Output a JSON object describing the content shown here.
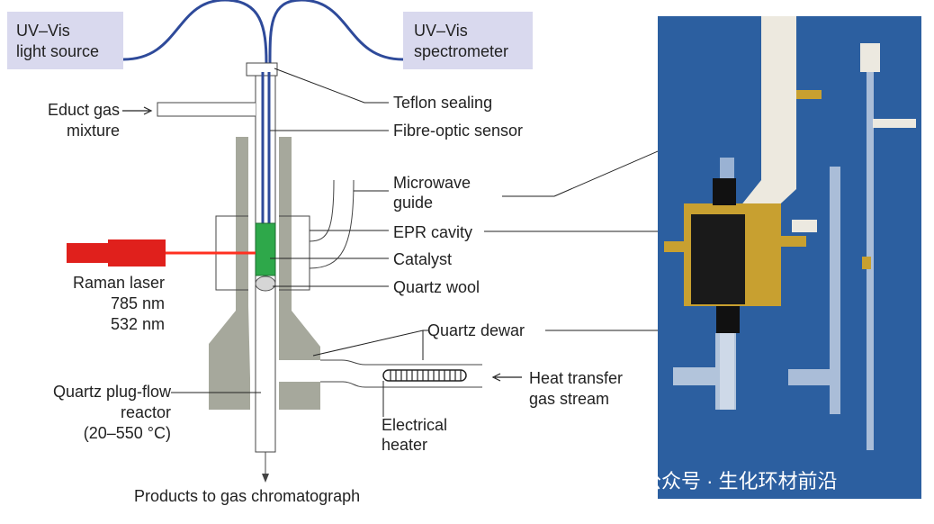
{
  "labels": {
    "uv_source_1": "UV–Vis",
    "uv_source_2": "light source",
    "uv_spec_1": "UV–Vis",
    "uv_spec_2": "spectrometer",
    "educt_1": "Educt gas",
    "educt_2": "mixture",
    "teflon": "Teflon sealing",
    "fibre": "Fibre-optic sensor",
    "microwave_1": "Microwave",
    "microwave_2": "guide",
    "epr": "EPR cavity",
    "catalyst": "Catalyst",
    "quartz_wool": "Quartz wool",
    "raman_1": "Raman laser",
    "raman_2": "785 nm",
    "raman_3": "532 nm",
    "quartz_dewar": "Quartz dewar",
    "heat_1": "Heat transfer",
    "heat_2": "gas stream",
    "reactor_1": "Quartz plug-flow",
    "reactor_2": "reactor",
    "reactor_3": "(20–550 °C)",
    "electrical_1": "Electrical",
    "electrical_2": "heater",
    "products": "Products to gas chromatograph"
  },
  "watermark": "公众号 · 生化环材前沿",
  "colors": {
    "label_box": "#d9d9ee",
    "fibre": "#2e4a9a",
    "laser": "#e0201c",
    "catalyst": "#2ea84a",
    "dewar": "#a6a89c",
    "photo_bg": "#2c5fa0",
    "brass": "#c8a030"
  }
}
